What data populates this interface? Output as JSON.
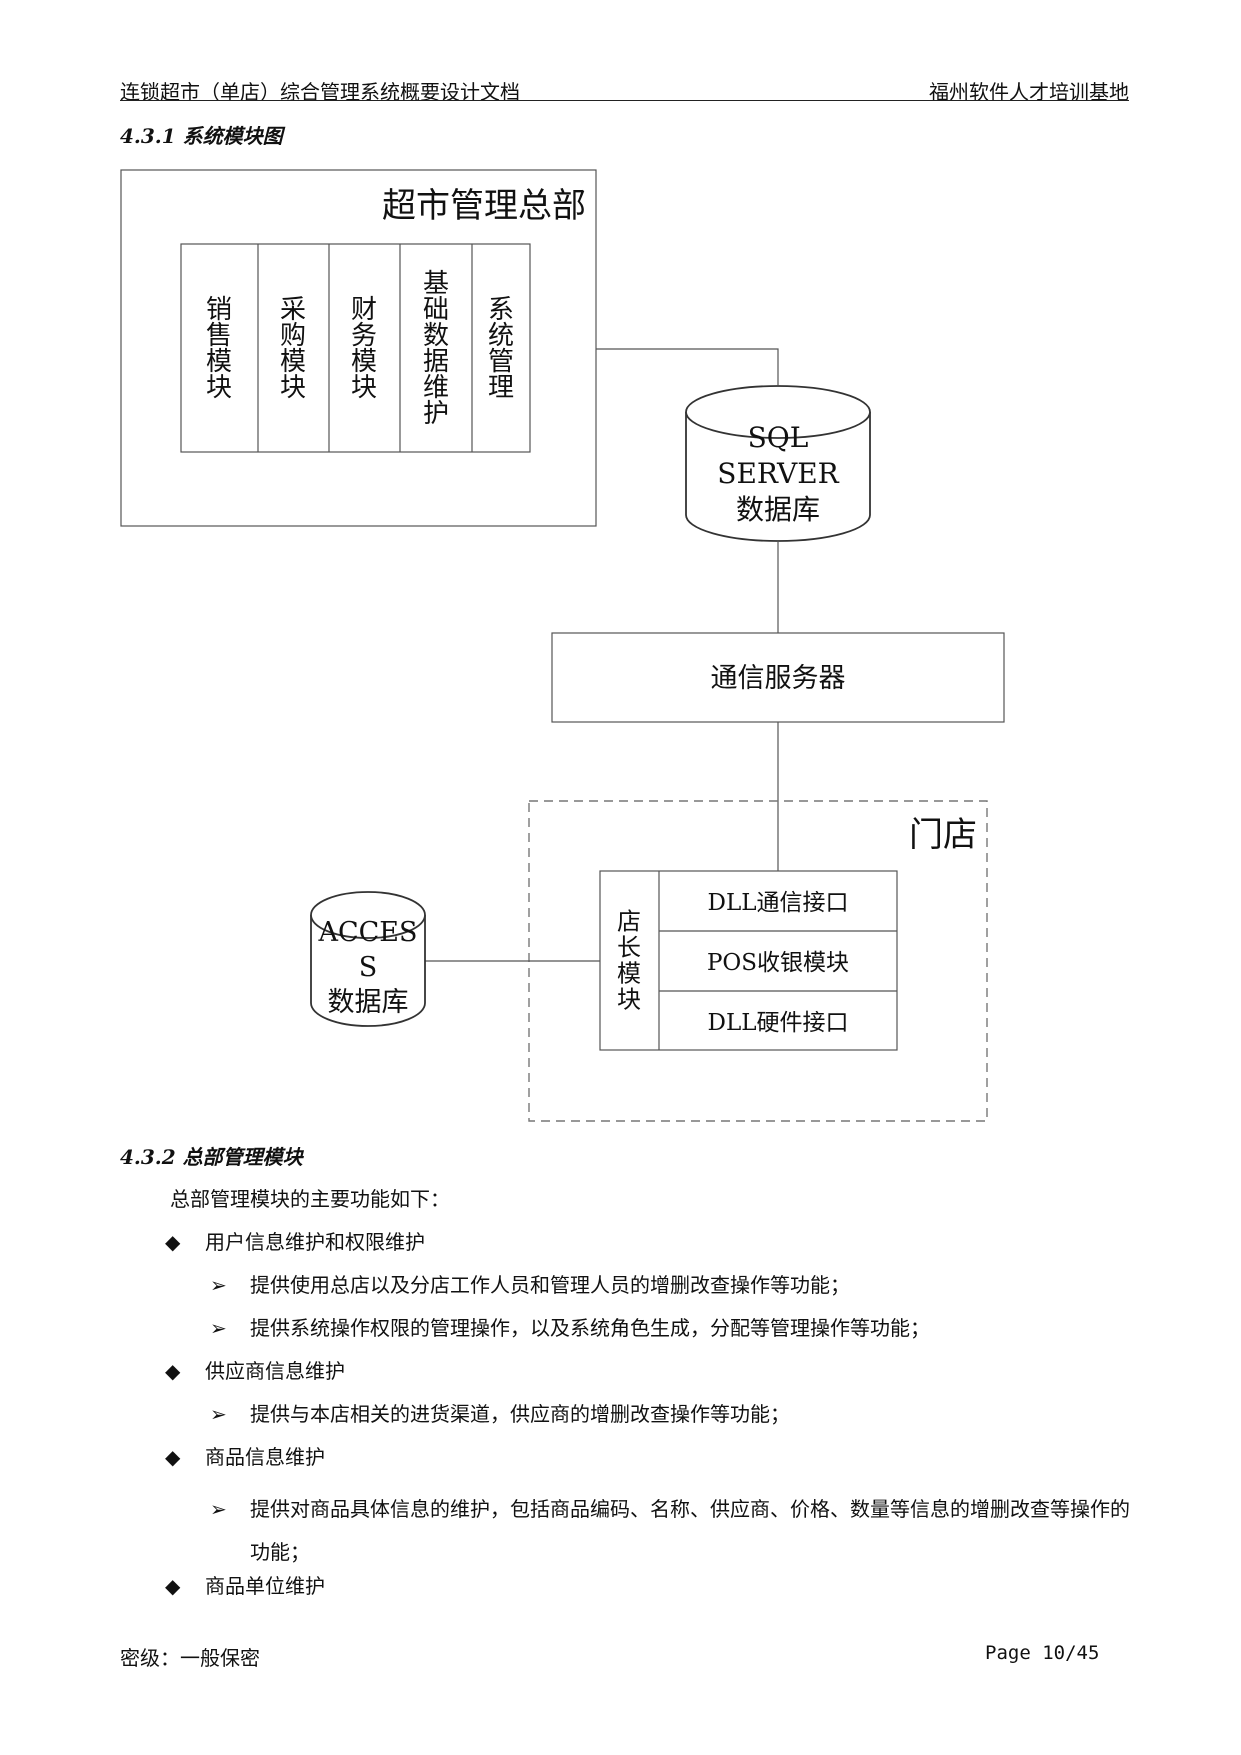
{
  "header": {
    "title": "连锁超市（单店）综合管理系统概要设计文档",
    "org": "福州软件人才培训基地"
  },
  "section_431": {
    "heading": "4.3.1  系统模块图"
  },
  "diagram": {
    "hq": {
      "title": "超市管理总部",
      "modules": [
        {
          "chars": [
            "销",
            "售",
            "模",
            "块"
          ]
        },
        {
          "chars": [
            "采",
            "购",
            "模",
            "块"
          ]
        },
        {
          "chars": [
            "财",
            "务",
            "模",
            "块"
          ]
        },
        {
          "chars": [
            "基",
            "础",
            "数",
            "据",
            "维",
            "护"
          ]
        },
        {
          "chars": [
            "系",
            "统",
            "管",
            "理"
          ]
        }
      ]
    },
    "sql_db": {
      "line1": "SQL",
      "line2": "SERVER",
      "line3": "数据库"
    },
    "comm_server": "通信服务器",
    "store": {
      "title": "门店",
      "manager_chars": [
        "店",
        "长",
        "模",
        "块"
      ],
      "rows": [
        "DLL通信接口",
        "POS收银模块",
        "DLL硬件接口"
      ]
    },
    "access_db": {
      "line1": "ACCES",
      "line2": "S",
      "line3": "数据库"
    }
  },
  "section_432": {
    "heading": "4.3.2  总部管理模块",
    "intro": "总部管理模块的主要功能如下：",
    "items": [
      {
        "label": "用户信息维护和权限维护",
        "subs": [
          "提供使用总店以及分店工作人员和管理人员的增删改查操作等功能；",
          "提供系统操作权限的管理操作，以及系统角色生成，分配等管理操作等功能；"
        ]
      },
      {
        "label": "供应商信息维护",
        "subs": [
          "提供与本店相关的进货渠道，供应商的增删改查操作等功能；"
        ]
      },
      {
        "label": "商品信息维护",
        "subs": [
          "提供对商品具体信息的维护，包括商品编码、名称、供应商、价格、数量等信息的增删改查等操作的功能；"
        ]
      },
      {
        "label": "商品单位维护",
        "subs": []
      }
    ]
  },
  "glyphs": {
    "bullet": "◆",
    "sub_bullet": "➢"
  },
  "footer": {
    "secrecy": "密级：一般保密",
    "page": "Page 10/45"
  }
}
